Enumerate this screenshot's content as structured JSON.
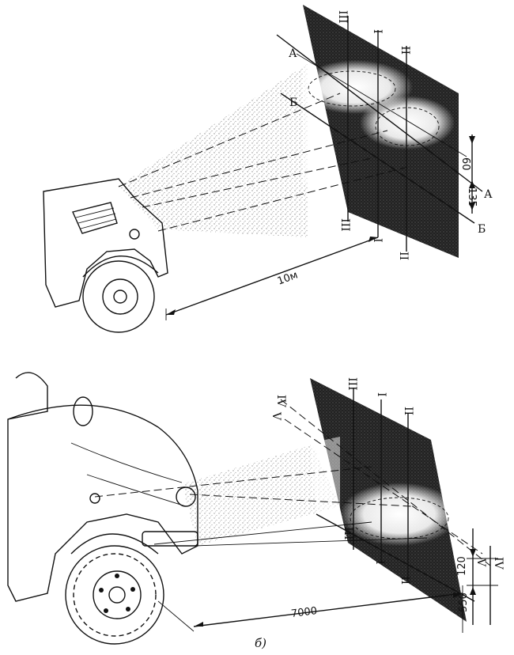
{
  "figure_top": {
    "screen_lines": [
      "III",
      "I",
      "II",
      "III",
      "I",
      "II"
    ],
    "row_labels_left": [
      "А",
      "Б"
    ],
    "row_labels_right": [
      "А",
      "Б"
    ],
    "dims": [
      "60",
      "135"
    ],
    "distance": "10м"
  },
  "figure_bottom": {
    "screen_lines": [
      "III",
      "I",
      "II",
      "III",
      "I",
      "II"
    ],
    "side_lines": [
      "IV",
      "V",
      "V",
      "IV"
    ],
    "dims": [
      "120",
      "556"
    ],
    "distance": "7000"
  },
  "caption": "б)"
}
